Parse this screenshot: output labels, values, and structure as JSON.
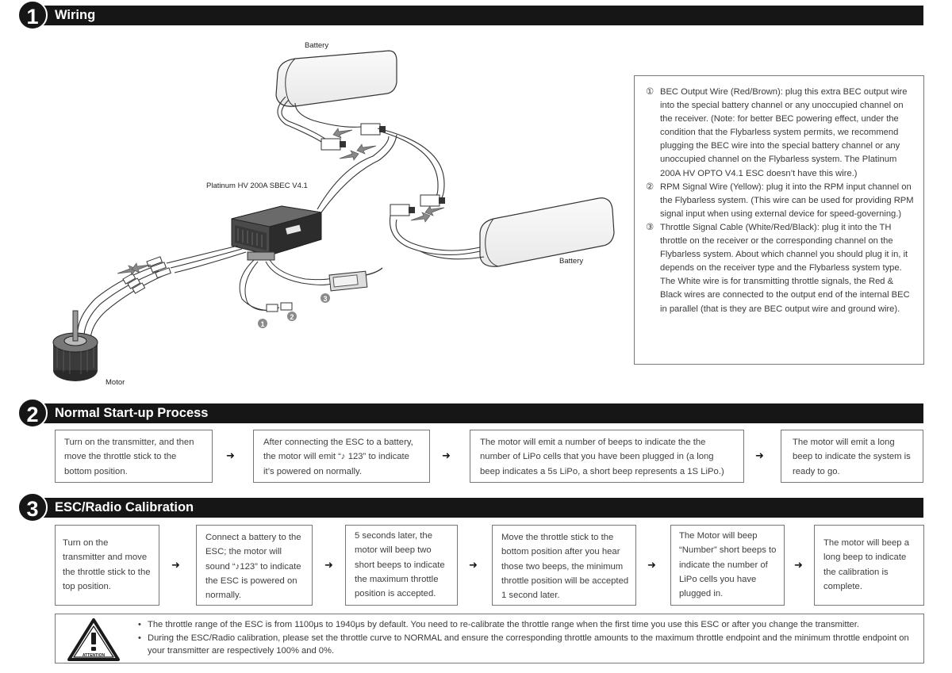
{
  "sections": [
    {
      "num": "1",
      "title": "Wiring"
    },
    {
      "num": "2",
      "title": "Normal Start-up Process"
    },
    {
      "num": "3",
      "title": "ESC/Radio Calibration"
    }
  ],
  "diagram": {
    "battery_top": "Battery",
    "battery_right": "Battery",
    "esc_label": "Platinum HV 200A SBEC V4.1",
    "motor_label": "Motor",
    "callout_1": "1",
    "callout_2": "2",
    "callout_3": "3"
  },
  "wiring_notes": [
    {
      "mark": "①",
      "text": "BEC Output Wire (Red/Brown): plug this extra BEC output wire into the special battery channel or any unoccupied channel on the receiver. (Note: for better BEC powering effect, under the condition that the Flybarless system permits, we recommend plugging the BEC wire into the special battery channel or any unoccupied channel on the Flybarless system. The Platinum 200A HV OPTO V4.1 ESC doesn’t have this wire.)"
    },
    {
      "mark": "②",
      "text": "RPM Signal Wire (Yellow): plug it into the RPM input channel on the Flybarless system. (This wire can be used for providing RPM signal input when using external device for speed-governing.)"
    },
    {
      "mark": "③",
      "text": "Throttle Signal Cable (White/Red/Black): plug it into the TH throttle on the receiver or the corresponding channel on the Flybarless system. About which channel you should plug it in, it depends on the receiver type and the Flybarless system type. The White wire is for transmitting throttle signals, the Red & Black wires are connected to the output end of the internal BEC in parallel (that is they are BEC output wire and ground wire)."
    }
  ],
  "startup_steps": [
    "Turn on the transmitter, and then move the throttle stick to the bottom position.",
    "After connecting the ESC to a battery, the motor will emit “♪ 123” to indicate it’s powered on normally.",
    "The motor will emit a number of beeps to indicate the the number of LiPo cells that you have been plugged in (a long beep indicates a 5s LiPo, a short beep represents a 1S LiPo.)",
    "The motor will emit a long beep to indicate the system is ready to go."
  ],
  "calibration_steps": [
    "Turn on the transmitter and move the throttle stick to the top position.",
    "Connect a battery to the ESC; the motor will sound “♪123” to indicate the ESC is powered on normally.",
    "5 seconds later, the motor will beep two short beeps to indicate the maximum throttle position is accepted.",
    "Move the throttle stick to the bottom position after you hear those two beeps, the minimum throttle position will be accepted 1 second later.",
    "The Motor will beep “Number” short beeps to indicate the number of LiPo cells you have plugged in.",
    "The motor will beep a long beep to indicate the calibration is complete."
  ],
  "arrow_glyph": "➜",
  "attention": {
    "icon_text": "ATTENTION",
    "bullets": [
      "The throttle range of the ESC is from 1100μs to 1940μs by default. You need to re-calibrate the throttle range when the first time you use this ESC or after you change the transmitter.",
      "During the ESC/Radio calibration, please set the throttle curve to NORMAL and ensure the corresponding throttle amounts to the maximum throttle endpoint and the minimum throttle endpoint on your transmitter are respectively 100% and 0%."
    ]
  }
}
